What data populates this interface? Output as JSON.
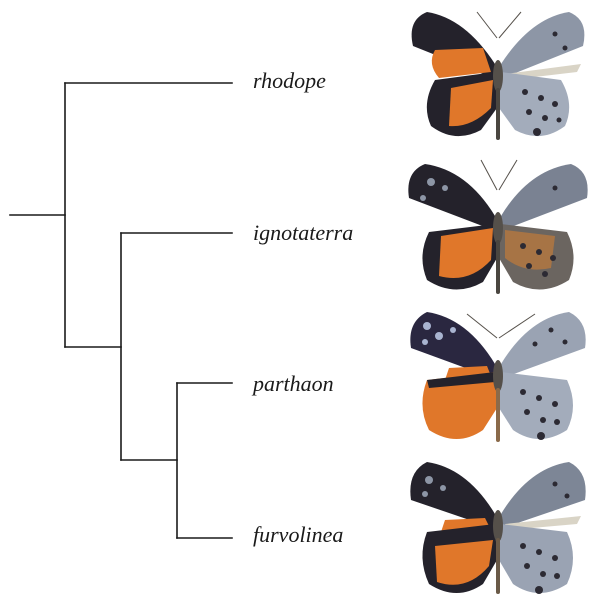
{
  "taxa": [
    {
      "label": "rhodope"
    },
    {
      "label": "ignotaterra"
    },
    {
      "label": "parthaon"
    },
    {
      "label": "furvolinea"
    }
  ],
  "colors": {
    "branch": "#1a1a1a",
    "wing_dark": "#24222b",
    "wing_orange": "#e0772a",
    "wing_blue_gray": "#9aa3b3",
    "wing_spot": "#2c2a33",
    "body": "#55504a"
  },
  "specimens": [
    {
      "icon": "butterfly-rhodope"
    },
    {
      "icon": "butterfly-ignotaterra"
    },
    {
      "icon": "butterfly-parthaon"
    },
    {
      "icon": "butterfly-furvolinea"
    }
  ]
}
